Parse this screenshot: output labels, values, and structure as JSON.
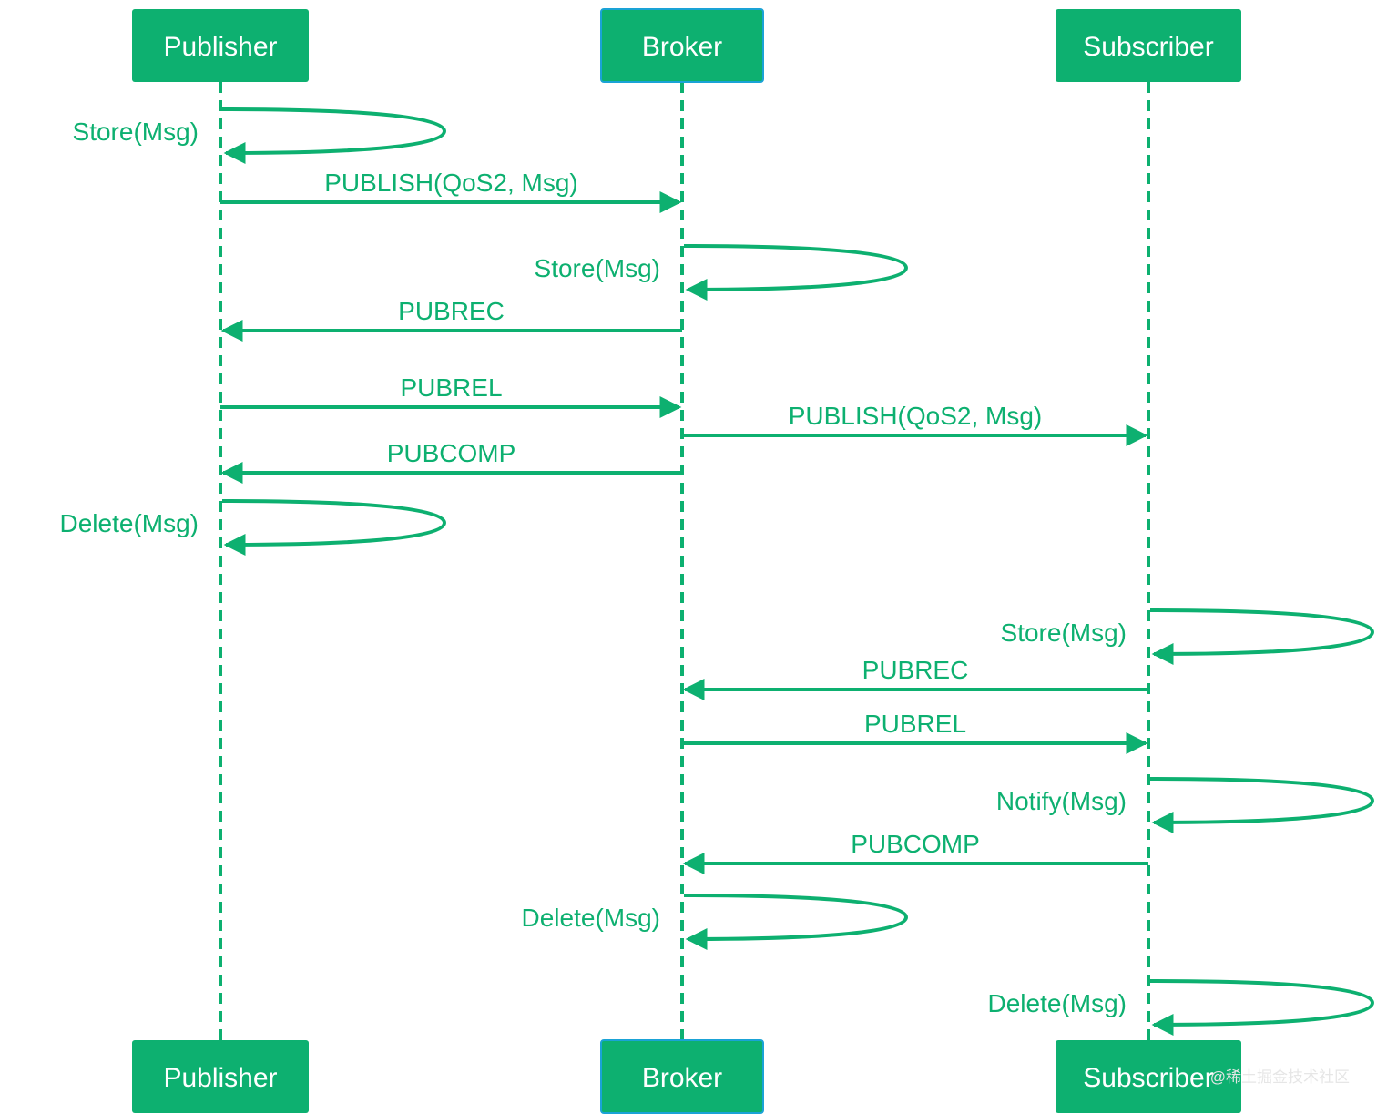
{
  "diagram": {
    "type": "sequence",
    "accent_color": "#0db070",
    "actor_fill": "#0db070",
    "broker_border": "#1aa3d6",
    "participants": [
      {
        "id": "publisher",
        "label": "Publisher"
      },
      {
        "id": "broker",
        "label": "Broker"
      },
      {
        "id": "subscriber",
        "label": "Subscriber"
      }
    ],
    "messages": [
      {
        "from": "publisher",
        "to": "publisher",
        "label": "Store(Msg)"
      },
      {
        "from": "publisher",
        "to": "broker",
        "label": "PUBLISH(QoS2, Msg)"
      },
      {
        "from": "broker",
        "to": "broker",
        "label": "Store(Msg)"
      },
      {
        "from": "broker",
        "to": "publisher",
        "label": "PUBREC"
      },
      {
        "from": "publisher",
        "to": "broker",
        "label": "PUBREL"
      },
      {
        "from": "broker",
        "to": "subscriber",
        "label": "PUBLISH(QoS2, Msg)"
      },
      {
        "from": "broker",
        "to": "publisher",
        "label": "PUBCOMP"
      },
      {
        "from": "publisher",
        "to": "publisher",
        "label": "Delete(Msg)"
      },
      {
        "from": "subscriber",
        "to": "subscriber",
        "label": "Store(Msg)"
      },
      {
        "from": "subscriber",
        "to": "broker",
        "label": "PUBREC"
      },
      {
        "from": "broker",
        "to": "subscriber",
        "label": "PUBREL"
      },
      {
        "from": "subscriber",
        "to": "subscriber",
        "label": "Notify(Msg)"
      },
      {
        "from": "subscriber",
        "to": "broker",
        "label": "PUBCOMP"
      },
      {
        "from": "broker",
        "to": "broker",
        "label": "Delete(Msg)"
      },
      {
        "from": "subscriber",
        "to": "subscriber",
        "label": "Delete(Msg)"
      }
    ]
  },
  "watermark": "@稀土掘金技术社区"
}
